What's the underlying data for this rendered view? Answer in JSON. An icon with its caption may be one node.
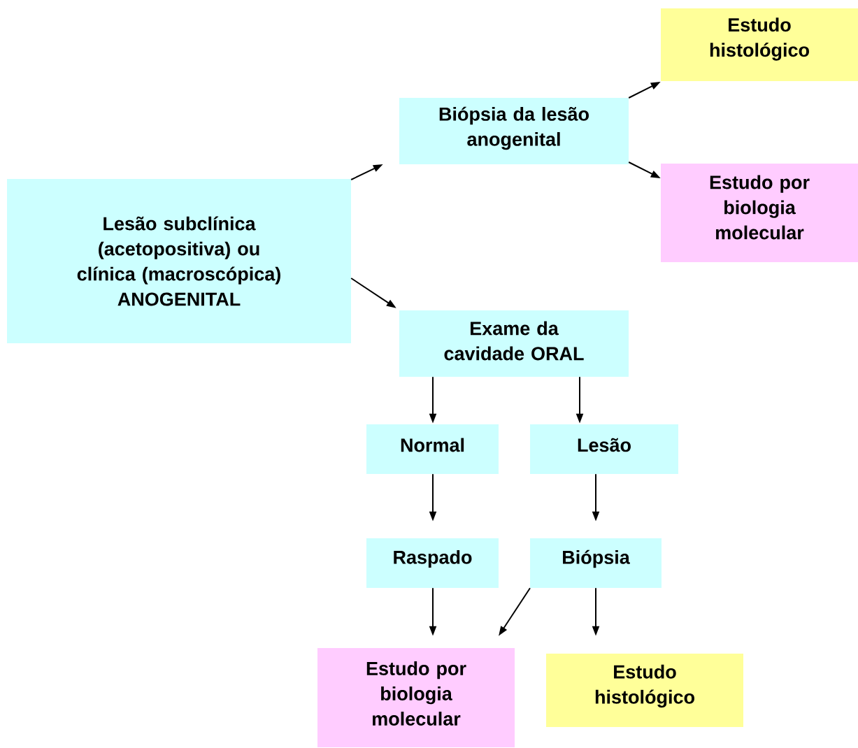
{
  "diagram": {
    "nodes": [
      {
        "text": [
          "Lesão subclínica (acetopositiva) ou clínica (macroscópica) ANOGENITAL"
        ]
      },
      {
        "text": [
          "Biópsia da lesão anogenital"
        ]
      },
      {
        "text": [
          "Estudo histológico"
        ]
      },
      {
        "text": [
          "Estudo por biologia molecular"
        ]
      },
      {
        "text": [
          "Exame da cavidade ORAL"
        ]
      },
      {
        "text": [
          "Normal"
        ]
      },
      {
        "text": [
          "Lesão"
        ]
      },
      {
        "text": [
          "Raspado"
        ]
      },
      {
        "text": [
          "Biópsia"
        ]
      },
      {
        "text": [
          "Estudo por biologia molecular"
        ]
      },
      {
        "text": [
          "Estudo histológico"
        ]
      }
    ],
    "edges": [
      {
        "from": 0,
        "to": 1,
        "arrow": "to"
      },
      {
        "from": 0,
        "to": 4,
        "arrow": "to"
      },
      {
        "from": 1,
        "to": 2,
        "arrow": "to"
      },
      {
        "from": 1,
        "to": 3,
        "arrow": "to"
      },
      {
        "from": 4,
        "to": 5,
        "arrow": "to"
      },
      {
        "from": 4,
        "to": 6,
        "arrow": "to"
      },
      {
        "from": 5,
        "to": 7,
        "arrow": "to"
      },
      {
        "from": 6,
        "to": 8,
        "arrow": "to"
      },
      {
        "from": 7,
        "to": 9,
        "arrow": "to"
      },
      {
        "from": 8,
        "to": 9,
        "arrow": "to"
      },
      {
        "from": 8,
        "to": 10,
        "arrow": "to"
      }
    ]
  }
}
